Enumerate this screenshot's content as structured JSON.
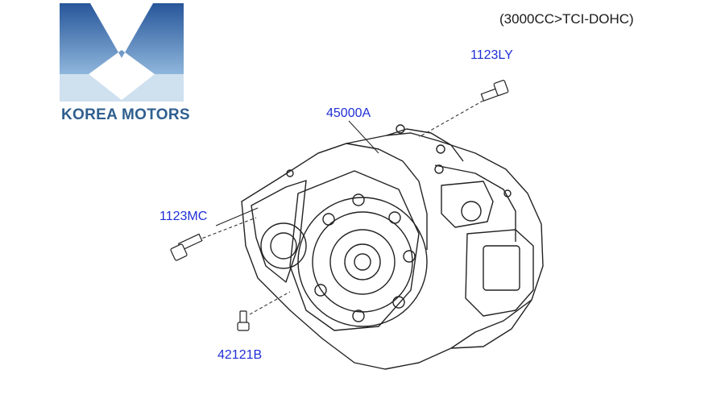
{
  "header": {
    "spec_text": "(3000CC>TCI-DOHC)"
  },
  "brand": {
    "name": "KOREA MOTORS"
  },
  "callouts": {
    "bolt_top": "1123LY",
    "assembly": "45000A",
    "bolt_left": "1123MC",
    "bolt_bottom": "42121B"
  },
  "colors": {
    "callout": "#1f2fd6",
    "brand_text": "#2f5f8f",
    "logo_dark": "#27569a",
    "logo_light": "#8fb6dc",
    "line": "#222222"
  },
  "icons": [
    "transmission-assembly",
    "bolt-icon"
  ]
}
